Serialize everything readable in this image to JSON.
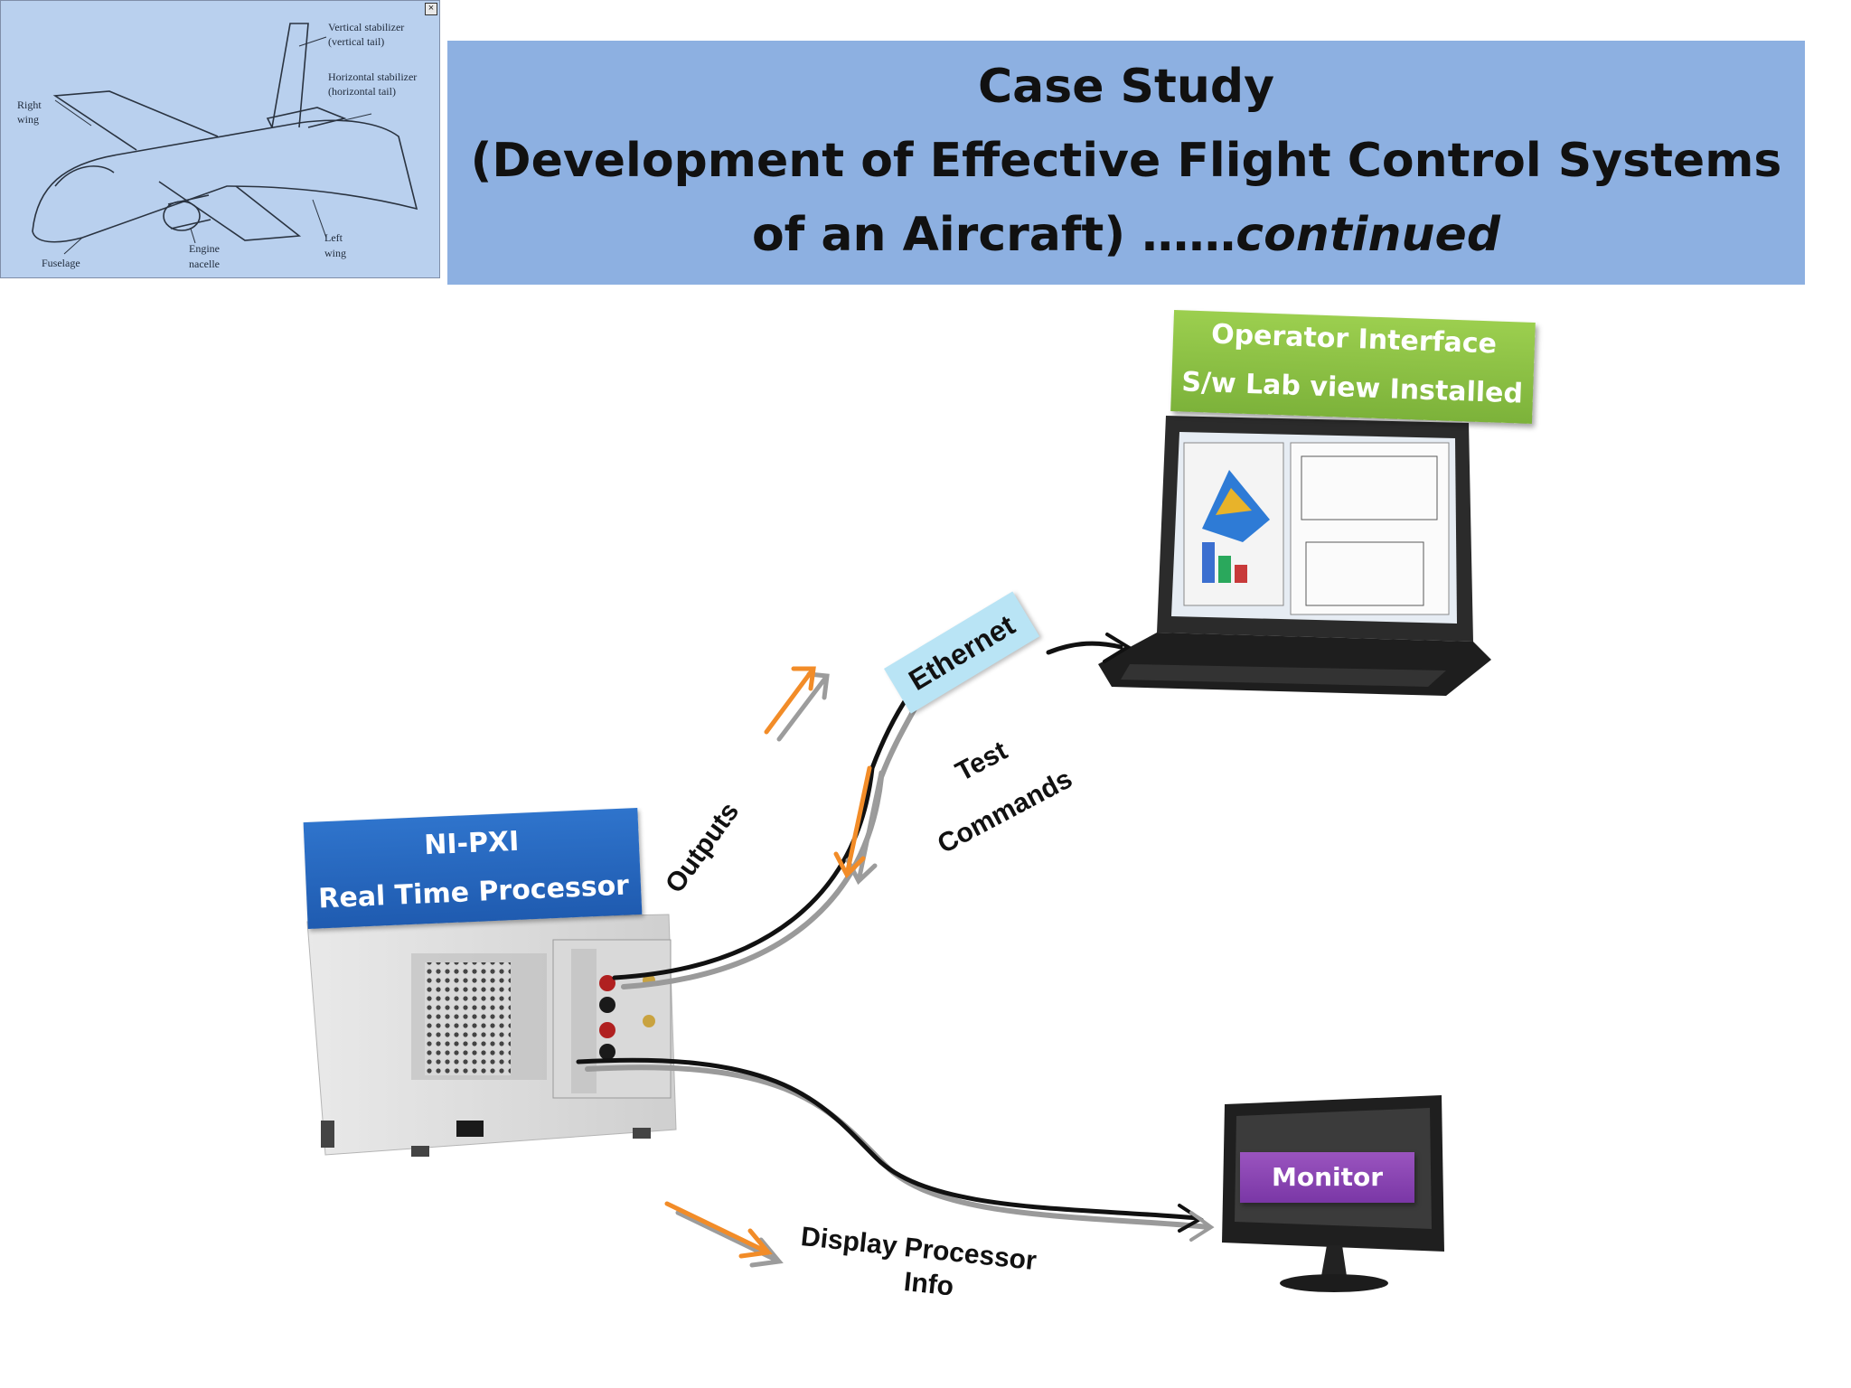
{
  "thumbnail": {
    "close_glyph": "×",
    "labels": {
      "vertical_stabilizer": "Vertical stabilizer",
      "vertical_tail": "(vertical tail)",
      "horizontal_stabilizer": "Horizontal stabilizer",
      "horizontal_tail": "(horizontal tail)",
      "right": "Right",
      "right_wing": "wing",
      "left": "Left",
      "left_wing": "wing",
      "engine": "Engine",
      "nacelle": "nacelle",
      "fuselage": "Fuselage"
    }
  },
  "title": {
    "line1": "Case Study",
    "line2": "(Development of Effective Flight Control Systems",
    "line3_prefix": "of an Aircraft) ……",
    "line3_italic": "continued"
  },
  "operator": {
    "line1": "Operator Interface",
    "line2": "S/w Lab view Installed"
  },
  "processor": {
    "line1": "NI-PXI",
    "line2": "Real Time Processor"
  },
  "ethernet": "Ethernet",
  "test": "Test",
  "commands": "Commands",
  "outputs": "Outputs",
  "display1": "Display Processor",
  "display2": "Info",
  "monitor": "Monitor",
  "colors": {
    "title_bg": "#8db0e1",
    "green": "#8cc243",
    "blue": "#276ac2",
    "purple": "#8a45b2",
    "ethernet_bg": "#b9e4f5",
    "orange": "#f28c28"
  }
}
